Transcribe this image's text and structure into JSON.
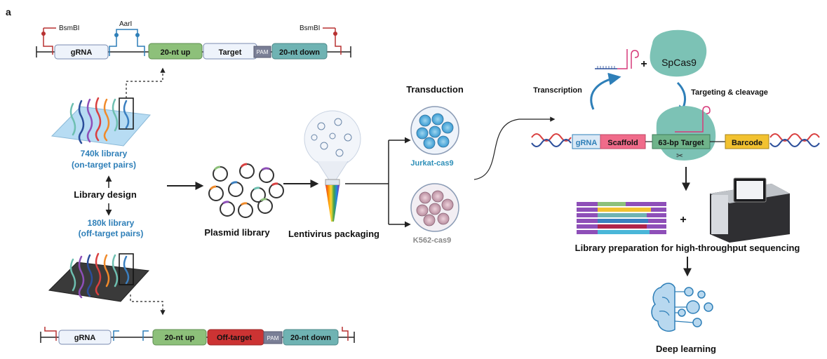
{
  "panel_label": "a",
  "top_construct": {
    "site_left": "BsmBI",
    "site_mid": "AarI",
    "site_right": "BsmBI",
    "grna": "gRNA",
    "up": "20-nt up",
    "target": "Target",
    "pam": "PAM",
    "down": "20-nt down"
  },
  "bottom_construct": {
    "grna": "gRNA",
    "up": "20-nt up",
    "target": "Off-target",
    "pam": "PAM",
    "down": "20-nt down"
  },
  "library": {
    "on_target_line1": "740k library",
    "on_target_line2": "(on-target pairs)",
    "design": "Library design",
    "off_target_line1": "180k library",
    "off_target_line2": "(off-target pairs)"
  },
  "plasmid_label": "Plasmid library",
  "lentivirus_label": "Lentivirus packaging",
  "transduction": {
    "title": "Transduction",
    "cell1": "Jurkat-cas9",
    "cell2": "K562-cas9"
  },
  "right_panel": {
    "transcription": "Transcription",
    "spcas9": "SpCas9",
    "targeting": "Targeting & cleavage",
    "grna": "gRNA",
    "scaffold": "Scaffold",
    "target": "63-bp Target",
    "barcode": "Barcode",
    "plus": "+",
    "plus2": "+",
    "library_prep": "Library preparation for high-throughput sequencing",
    "deep_learning": "Deep learning"
  },
  "colors": {
    "blue_text": "#2e7fb8",
    "green_block": "#8dc07a",
    "target_red": "#cc3333",
    "pam_grey": "#7a7f96",
    "down_teal": "#6fb3b3",
    "scaffold_pink": "#f06b8a",
    "barcode_yellow": "#f2c230",
    "cas9_teal": "#7cc2b5"
  }
}
